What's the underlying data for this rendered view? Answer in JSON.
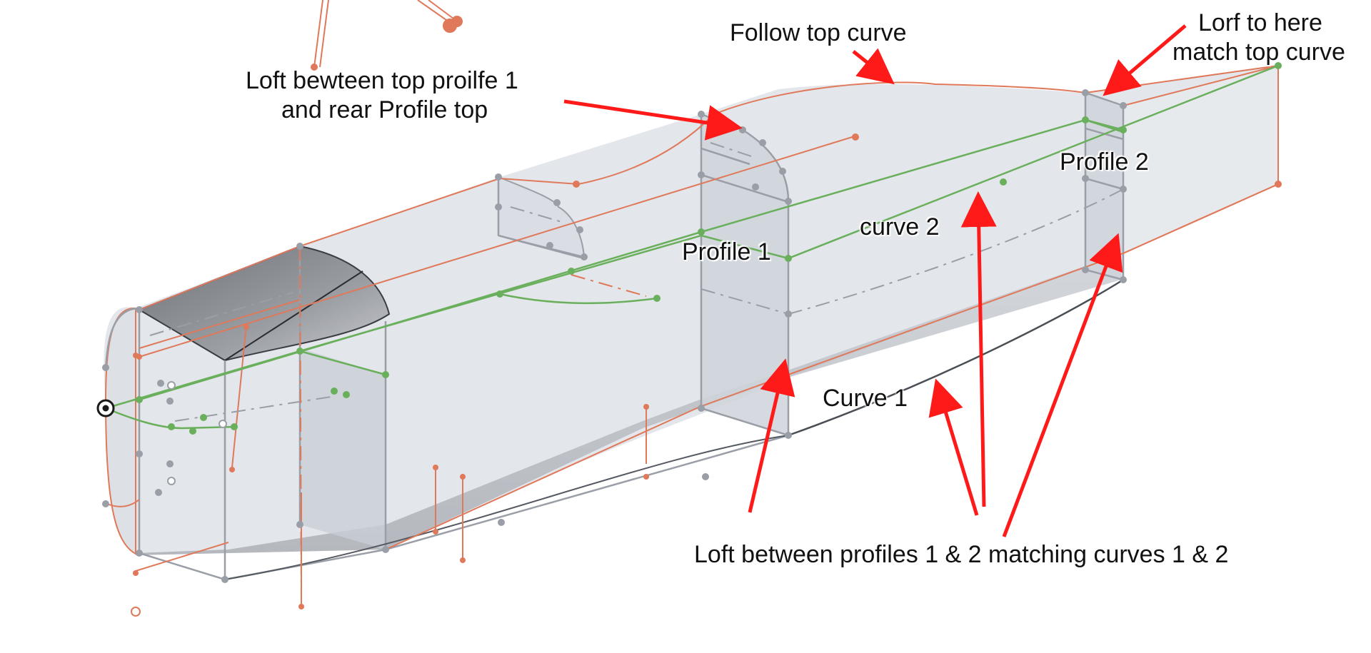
{
  "annotations": {
    "follow_top_curve": "Follow top curve",
    "loft_top_line1": "Loft bewteen top proilfe 1",
    "loft_top_line2": "and rear Profile top",
    "lorf_line1": "Lorf to here",
    "lorf_line2": "match top curve",
    "profile_2": "Profile 2",
    "curve_2": "curve 2",
    "profile_1": "Profile 1",
    "curve_1": "Curve 1",
    "loft_profiles": "Loft between profiles 1 & 2 matching curves 1 & 2"
  },
  "colors": {
    "sketch_orange": "#e0785a",
    "guide_green": "#6aaf5c",
    "edge_gray": "#9a9ea6",
    "arrow_red": "#ff1a1a",
    "surface_fill": "#dfe3e8",
    "dark_panel": "#8e9196"
  }
}
